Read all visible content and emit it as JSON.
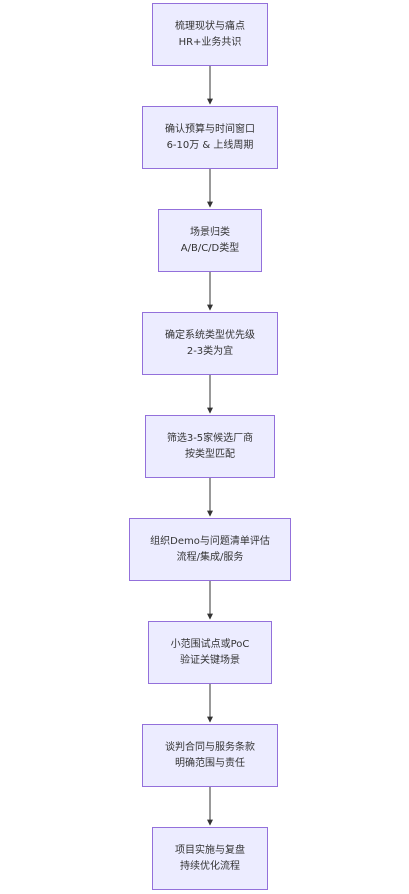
{
  "colors": {
    "node_fill": "#ececff",
    "node_border": "#9370db",
    "edge": "#333333",
    "text": "#333333"
  },
  "steps": [
    {
      "line1": "梳理现状与痛点",
      "line2": "HR+业务共识"
    },
    {
      "line1": "确认预算与时间窗口",
      "line2": "6-10万 & 上线周期"
    },
    {
      "line1": "场景归类",
      "line2": "A/B/C/D类型"
    },
    {
      "line1": "确定系统类型优先级",
      "line2": "2-3类为宜"
    },
    {
      "line1": "筛选3-5家候选厂商",
      "line2": "按类型匹配"
    },
    {
      "line1": "组织Demo与问题清单评估",
      "line2": "流程/集成/服务"
    },
    {
      "line1": "小范围试点或PoC",
      "line2": "验证关键场景"
    },
    {
      "line1": "谈判合同与服务条款",
      "line2": "明确范围与责任"
    },
    {
      "line1": "项目实施与复盘",
      "line2": "持续优化流程"
    }
  ]
}
